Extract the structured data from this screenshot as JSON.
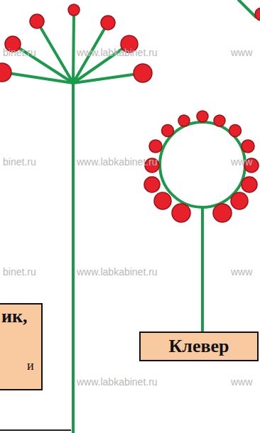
{
  "diagram": {
    "nodes": [
      {
        "text": [
          "ик,",
          "и"
        ]
      },
      {
        "text": [
          "Клевер"
        ]
      }
    ],
    "labels": [
      "binet.ru",
      "www.labkabinet.ru",
      "www",
      "binet.ru",
      "www.labkabinet.ru",
      "www",
      "binet.ru",
      "www.labkabinet.ru",
      "www",
      "binet.ru",
      "www.labkabinet.ru",
      "www"
    ]
  }
}
